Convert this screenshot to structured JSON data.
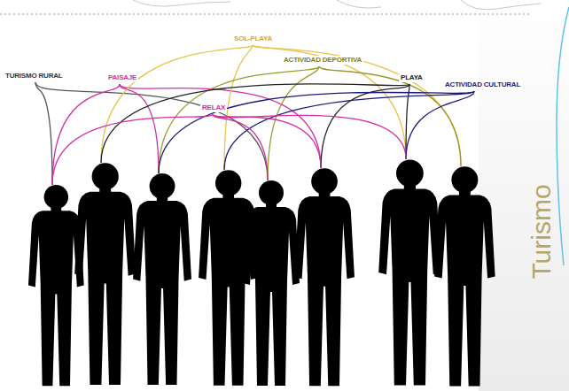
{
  "diagram": {
    "labels": [
      "TURISMO RURAL",
      "PAISAJE",
      "SOL-PLAYA",
      "ACTIVIDAD DEPORTIVA",
      "PLAYA",
      "ACTIVIDAD CULTURAL",
      "RELAX",
      "Turismo"
    ]
  }
}
